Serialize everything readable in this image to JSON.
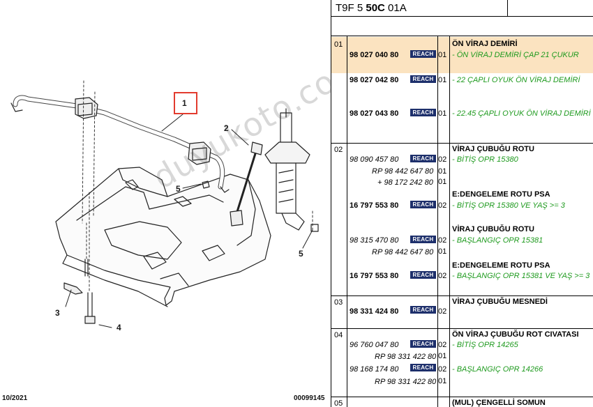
{
  "diagram": {
    "callouts": [
      "1",
      "2",
      "3",
      "4",
      "5",
      "5"
    ],
    "footer_left": "10/2021",
    "footer_right": "00099145",
    "watermark": "duyukoto.com",
    "colors": {
      "callout_box": "#e23b2e",
      "line": "#222222"
    }
  },
  "table": {
    "header": {
      "prefix": "T9F 5 ",
      "bold": "50C",
      "suffix": " 01A"
    },
    "reach_label": "REACH",
    "colors": {
      "highlight": "#fbe3c0",
      "reach_bg": "#1d2f6b",
      "green_text": "#1e9a1e"
    },
    "groups": [
      {
        "num": "01",
        "rows": [
          {
            "part": "98 027 040 80",
            "reach": true,
            "qty": "01",
            "title": "ÖN VİRAJ DEMİRİ",
            "note": "- ÖN VİRAJ DEMİRİ ÇAP 21 ÇUKUR"
          },
          {
            "part": "98 027 042 80",
            "reach": true,
            "qty": "01",
            "note": "- 22 ÇAPLI OYUK ÖN VİRAJ DEMİRİ"
          },
          {
            "part": "98 027 043 80",
            "reach": true,
            "qty": "01",
            "note": "- 22.45 ÇAPLI OYUK ÖN VİRAJ DEMİRİ"
          }
        ]
      },
      {
        "num": "02",
        "rows": [
          {
            "part": "98 090 457 80",
            "reach": true,
            "qty": "02",
            "title": "VİRAJ ÇUBUĞU ROTU",
            "note": "- BİTİŞ OPR 15380"
          },
          {
            "part": "RP 98 442 647 80",
            "qty": "01"
          },
          {
            "part": "+ 98 172 242 80",
            "qty": "01"
          },
          {
            "part": "16 797 553 80",
            "reach": true,
            "qty": "02",
            "title": "E:DENGELEME ROTU PSA",
            "note": "- BİTİŞ OPR 15380 VE YAŞ >= 3"
          },
          {
            "part": "98 315 470 80",
            "reach": true,
            "qty": "02",
            "title": "VİRAJ ÇUBUĞU ROTU",
            "note": "- BAŞLANGIÇ OPR 15381"
          },
          {
            "part": "RP 98 442 647 80",
            "qty": "01"
          },
          {
            "part": "16 797 553 80",
            "reach": true,
            "qty": "02",
            "title": "E:DENGELEME ROTU PSA",
            "note": "- BAŞLANGIÇ OPR 15381 VE YAŞ >= 3"
          }
        ]
      },
      {
        "num": "03",
        "rows": [
          {
            "part": "98 331 424 80",
            "reach": true,
            "qty": "02",
            "title": "VİRAJ ÇUBUĞU MESNEDİ"
          }
        ]
      },
      {
        "num": "04",
        "rows": [
          {
            "part": "96 760 047 80",
            "reach": true,
            "qty": "02",
            "title": "ÖN VİRAJ ÇUBUĞU ROT CIVATASI",
            "note": "- BİTİŞ OPR 14265"
          },
          {
            "part": "RP 98 331 422 80",
            "qty": "01"
          },
          {
            "part": "98 168 174 80",
            "reach": true,
            "qty": "02",
            "note": "- BAŞLANGIÇ OPR 14266"
          },
          {
            "part": "RP 98 331 422 80",
            "qty": "01"
          }
        ]
      },
      {
        "num": "05",
        "rows": [
          {
            "title": "(MUL) ÇENGELLİ SOMUN"
          }
        ]
      }
    ]
  }
}
